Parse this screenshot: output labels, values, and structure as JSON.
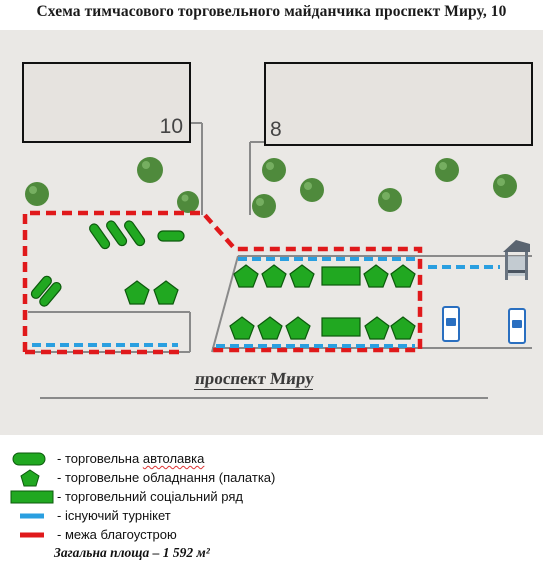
{
  "title": "Схема тимчасового торговельного майданчика проспект Миру, 10",
  "buildings": [
    {
      "number": "10"
    },
    {
      "number": "8"
    }
  ],
  "street_label": "проспект Миру",
  "legend": {
    "items": [
      {
        "symbol": "green-rounded-rectangle",
        "label_prefix": "- торговельна ",
        "label_word": "автолавка"
      },
      {
        "symbol": "green-pentagon",
        "label": "- торговельне обладнання (палатка)"
      },
      {
        "symbol": "green-rectangle",
        "label": "- торговельний соціальний ряд"
      },
      {
        "symbol": "blue-dash",
        "label": "- існуючий турнікет"
      },
      {
        "symbol": "red-dash",
        "label": "- межа благоустрою"
      }
    ]
  },
  "total_area": "Загальна площа – 1 592 м²",
  "colors": {
    "stall_green": "#21a821",
    "stall_outline": "#0c5a0c",
    "boundary_red": "#e0191b",
    "turnstile_blue": "#2a9fe0",
    "ground": "#eae8e5"
  }
}
